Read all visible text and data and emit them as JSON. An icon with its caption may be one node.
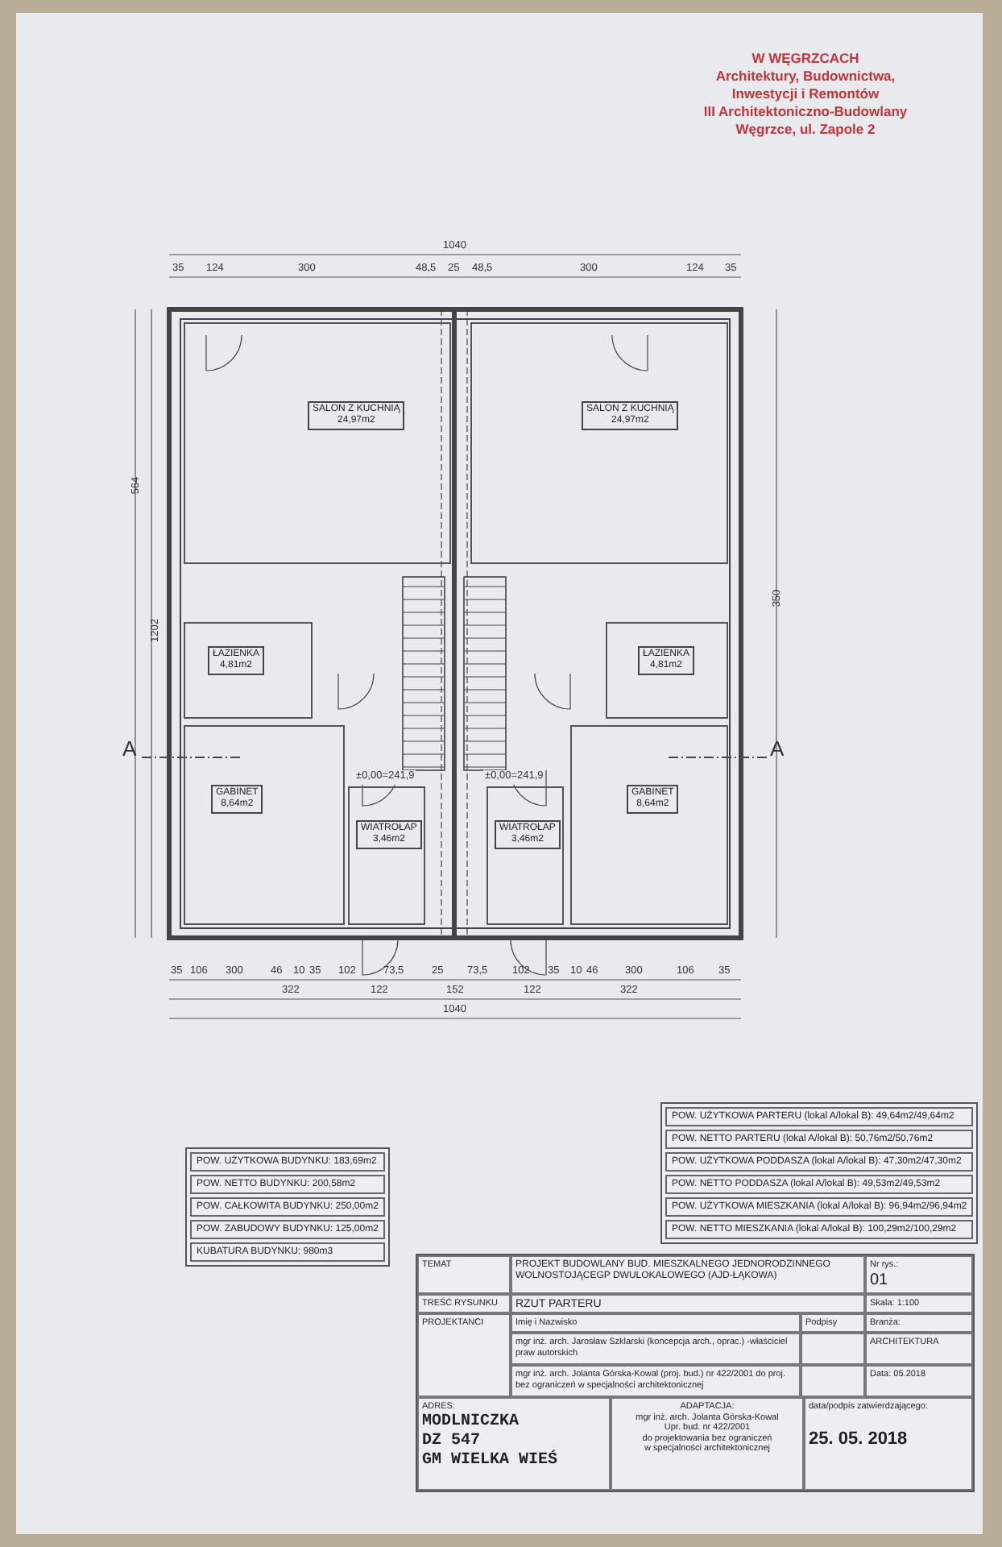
{
  "diagram": {
    "nodes": [
      {
        "text": [
          "SALON Z KUCHNIĄ",
          "24,97m2"
        ]
      },
      {
        "text": [
          "SALON Z KUCHNIĄ",
          "24,97m2"
        ]
      },
      {
        "text": [
          "ŁAZIENKA",
          "4,81m2"
        ]
      },
      {
        "text": [
          "ŁAZIENKA",
          "4,81m2"
        ]
      },
      {
        "text": [
          "GABINET",
          "8,64m2"
        ]
      },
      {
        "text": [
          "GABINET",
          "8,64m2"
        ]
      },
      {
        "text": [
          "WIATROŁAP",
          "3,46m2"
        ]
      },
      {
        "text": [
          "WIATROŁAP",
          "3,46m2"
        ]
      }
    ],
    "edges": [],
    "labels": [
      "W WĘGRZCACH",
      "Architektury, Budownictwa,",
      "Inwestycji i Remontów",
      "III Architektoniczno-Budowlany",
      "Węgrzce, ul. Zapole 2",
      "1040",
      "35",
      "124",
      "300",
      "48,5",
      "25",
      "48,5",
      "300",
      "124",
      "35",
      "±0,00=241,9",
      "±0,00=241,9",
      "A",
      "A",
      "35",
      "106",
      "300",
      "46",
      "10",
      "35",
      "102",
      "73,5",
      "25",
      "73,5",
      "102",
      "35",
      "10",
      "46",
      "300",
      "106",
      "35",
      "322",
      "122",
      "152",
      "122",
      "322",
      "1040",
      "564",
      "1202",
      "350",
      "POW. UŻYTKOWA BUDYNKU: 183,69m2",
      "POW. NETTO BUDYNKU: 200,58m2",
      "POW. CAŁKOWITA BUDYNKU: 250,00m2",
      "POW. ZABUDOWY BUDYNKU: 125,00m2",
      "KUBATURA BUDYNKU: 980m3",
      "POW. UŻYTKOWA PARTERU (lokal A/lokal B): 49,64m2/49,64m2",
      "POW. NETTO PARTERU (lokal A/lokal B): 50,76m2/50,76m2",
      "POW. UŻYTKOWA PODDASZA (lokal A/lokal B): 47,30m2/47,30m2",
      "POW. NETTO PODDASZA (lokal A/lokal B): 49,53m2/49,53m2",
      "POW. UŻYTKOWA MIESZKANIA (lokal A/lokal B): 96,94m2/96,94m2",
      "POW. NETTO MIESZKANIA (lokal A/lokal B): 100,29m2/100,29m2",
      "TEMAT",
      "PROJEKT BUDOWLANY BUD. MIESZKALNEGO JEDNORODZINNEGO WOLNOSTOJĄCEGP DWULOKALOWEGO (AJD-ŁĄKOWA)",
      "Nr rys.:",
      "01",
      "TREŚĆ RYSUNKU",
      "RZUT PARTERU",
      "Skala: 1:100",
      "PROJEKTANCI",
      "Imię i Nazwisko",
      "Podpisy",
      "Branża:",
      "mgr inż. arch. Jarosław Szklarski (koncepcja arch., oprac.) -właściciel praw autorskich",
      "ARCHITEKTURA",
      "mgr inż. arch. Jolanta Górska-Kowal (proj. bud.) nr 422/2001 do proj. bez ograniczeń w specjalności architektonicznej",
      "Data: 05.2018",
      "ADRES:",
      "MODLNICZKA",
      "DZ 547",
      "GM WIELKA WIEŚ",
      "ADAPTACJA:",
      "mgr inż. arch. Jolanta Górska-Kowal",
      "Upr. bud. nr 422/2001",
      "do projektowania bez ograniczeń",
      "w specjalności architektonicznej",
      "data/podpis zatwierdzającego:",
      "25. 05. 2018"
    ]
  }
}
